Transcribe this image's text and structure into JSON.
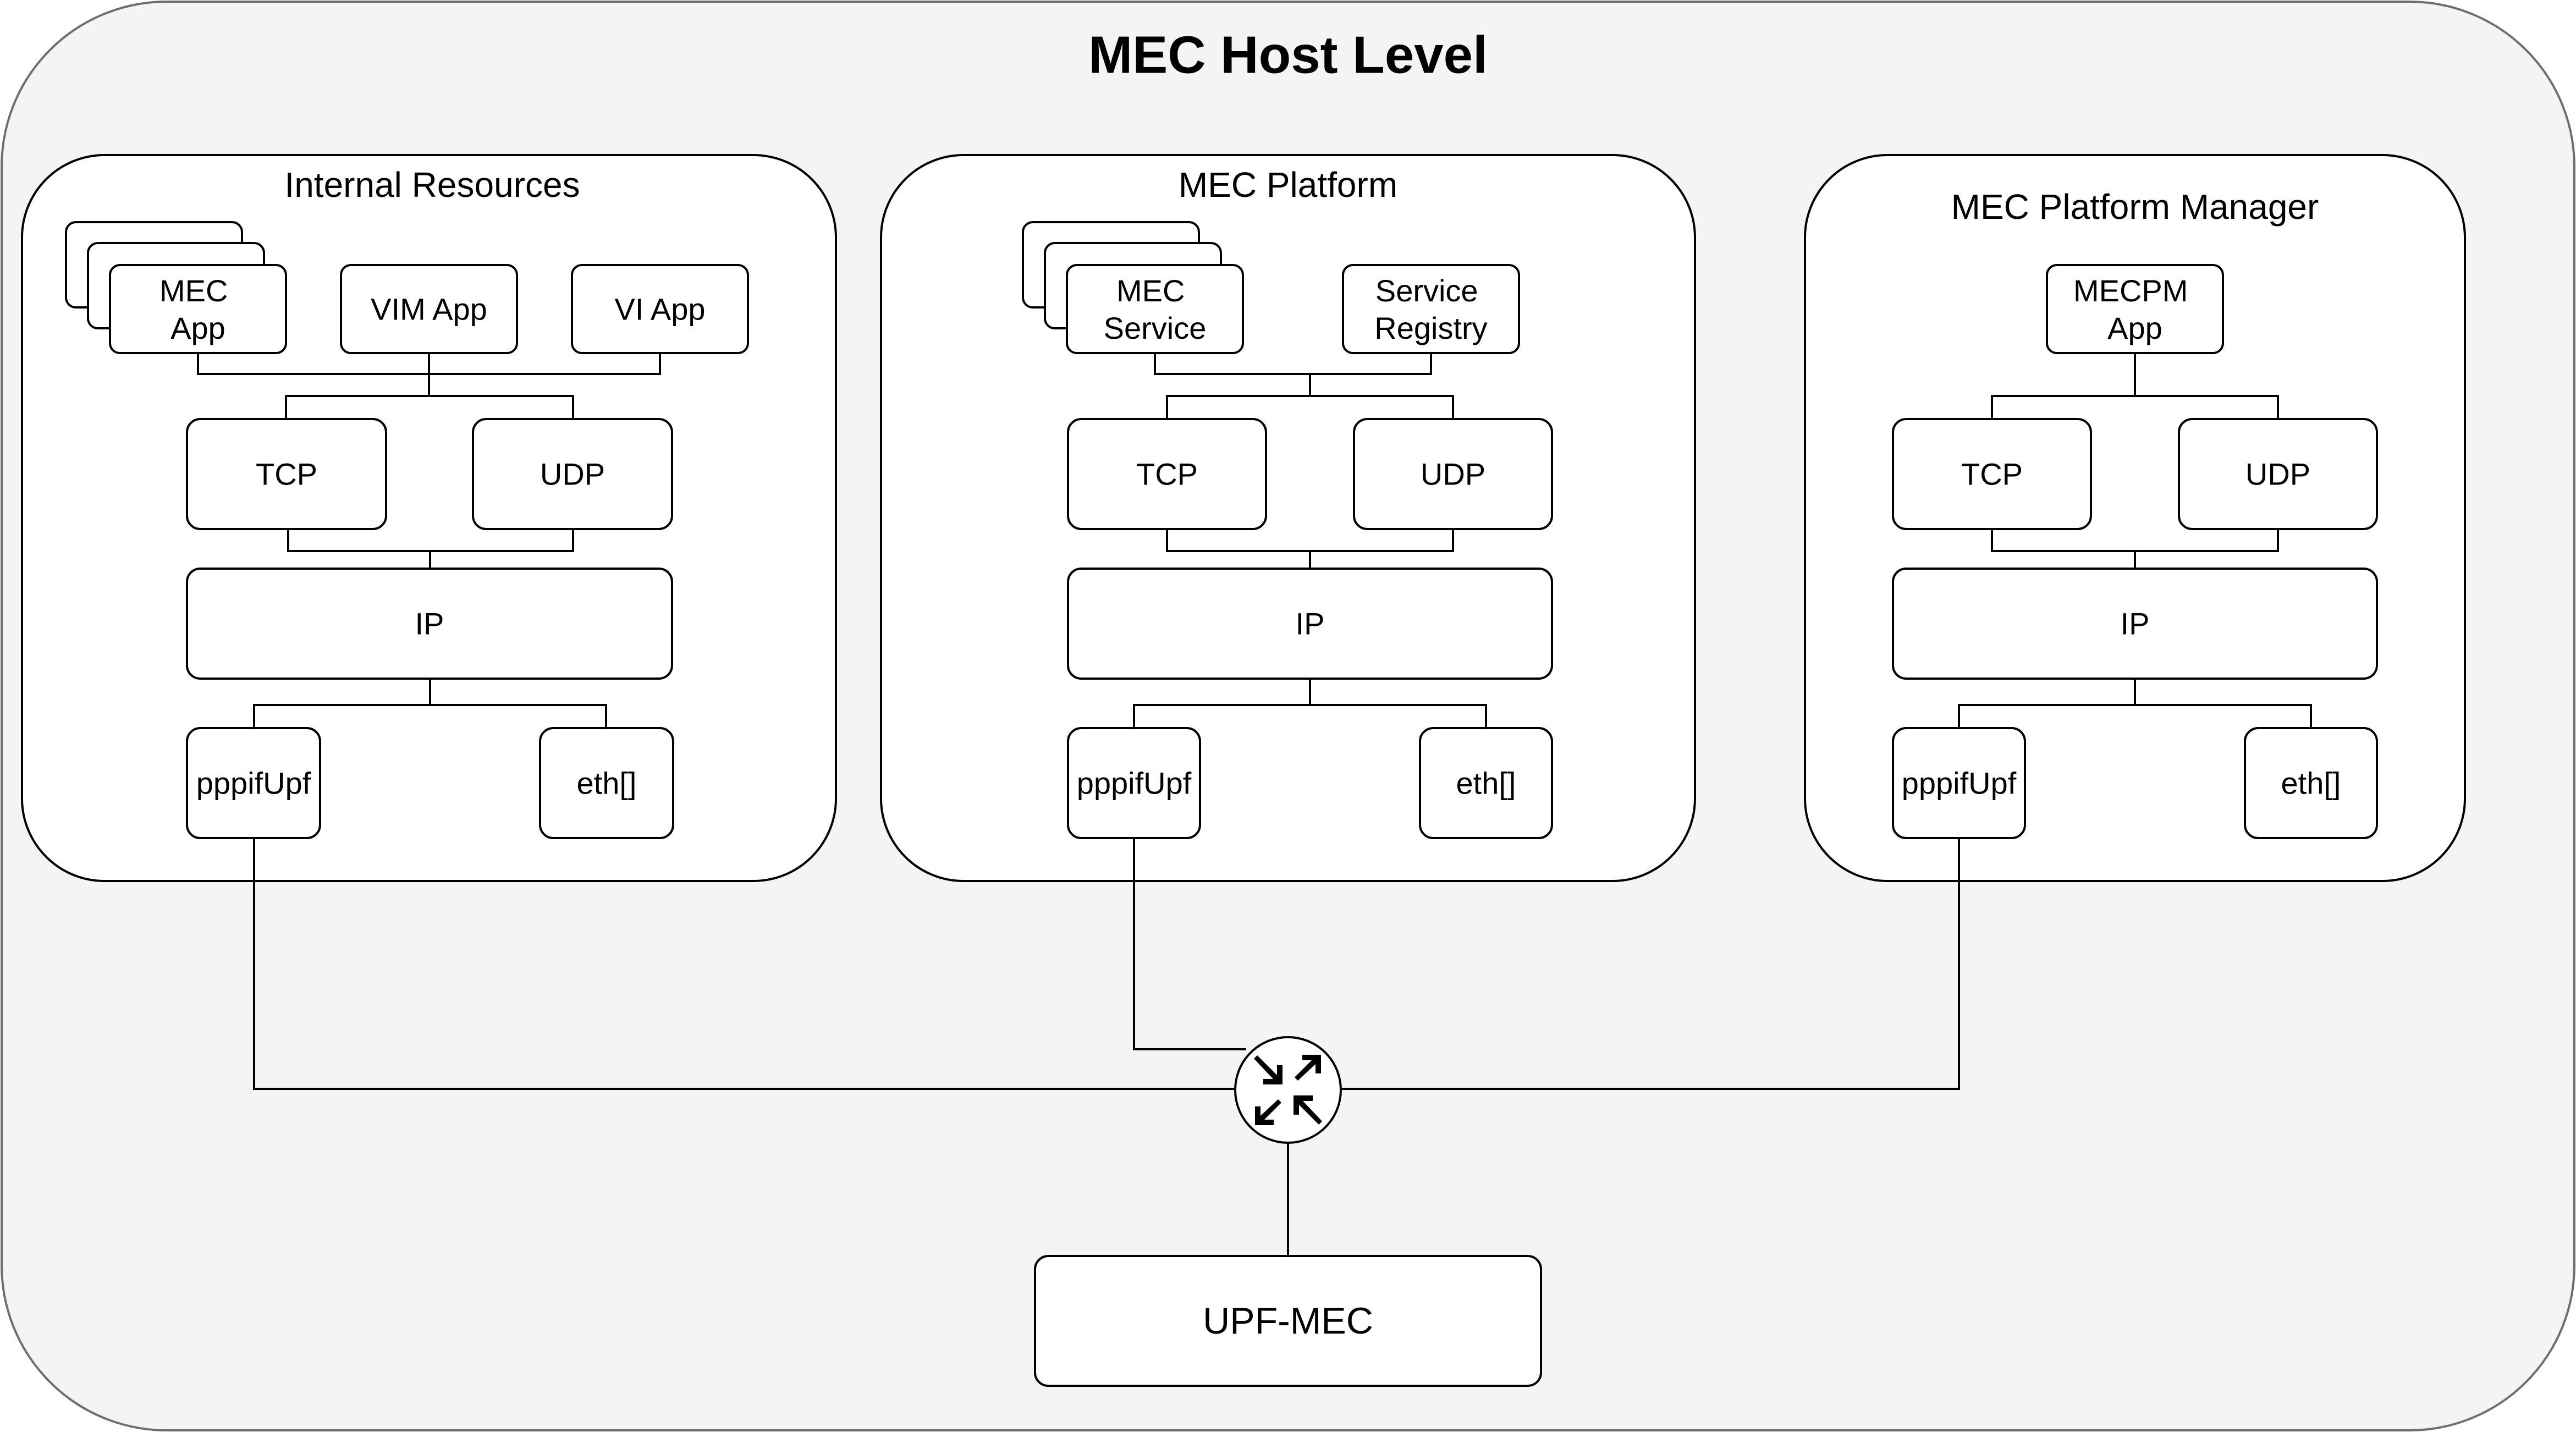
{
  "title": "MEC Host Level",
  "sections": {
    "internal": {
      "title": "Internal Resources",
      "mec_app": [
        "MEC",
        "App"
      ],
      "vim_app": "VIM App",
      "vi_app": "VI App",
      "tcp": "TCP",
      "udp": "UDP",
      "ip": "IP",
      "ppp": "pppifUpf",
      "eth": "eth[]"
    },
    "platform": {
      "title": "MEC Platform",
      "mec_service": [
        "MEC",
        "Service"
      ],
      "service_registry": [
        "Service",
        "Registry"
      ],
      "tcp": "TCP",
      "udp": "UDP",
      "ip": "IP",
      "ppp": "pppifUpf",
      "eth": "eth[]"
    },
    "manager": {
      "title": "MEC Platform Manager",
      "mecpm_app": [
        "MECPM",
        "App"
      ],
      "tcp": "TCP",
      "udp": "UDP",
      "ip": "IP",
      "ppp": "pppifUpf",
      "eth": "eth[]"
    }
  },
  "router": {
    "icon": "router-icon"
  },
  "upf_mec": "UPF-MEC",
  "colors": {
    "background": "#f4f4f4",
    "stroke": "#000000",
    "box": "#ffffff"
  }
}
